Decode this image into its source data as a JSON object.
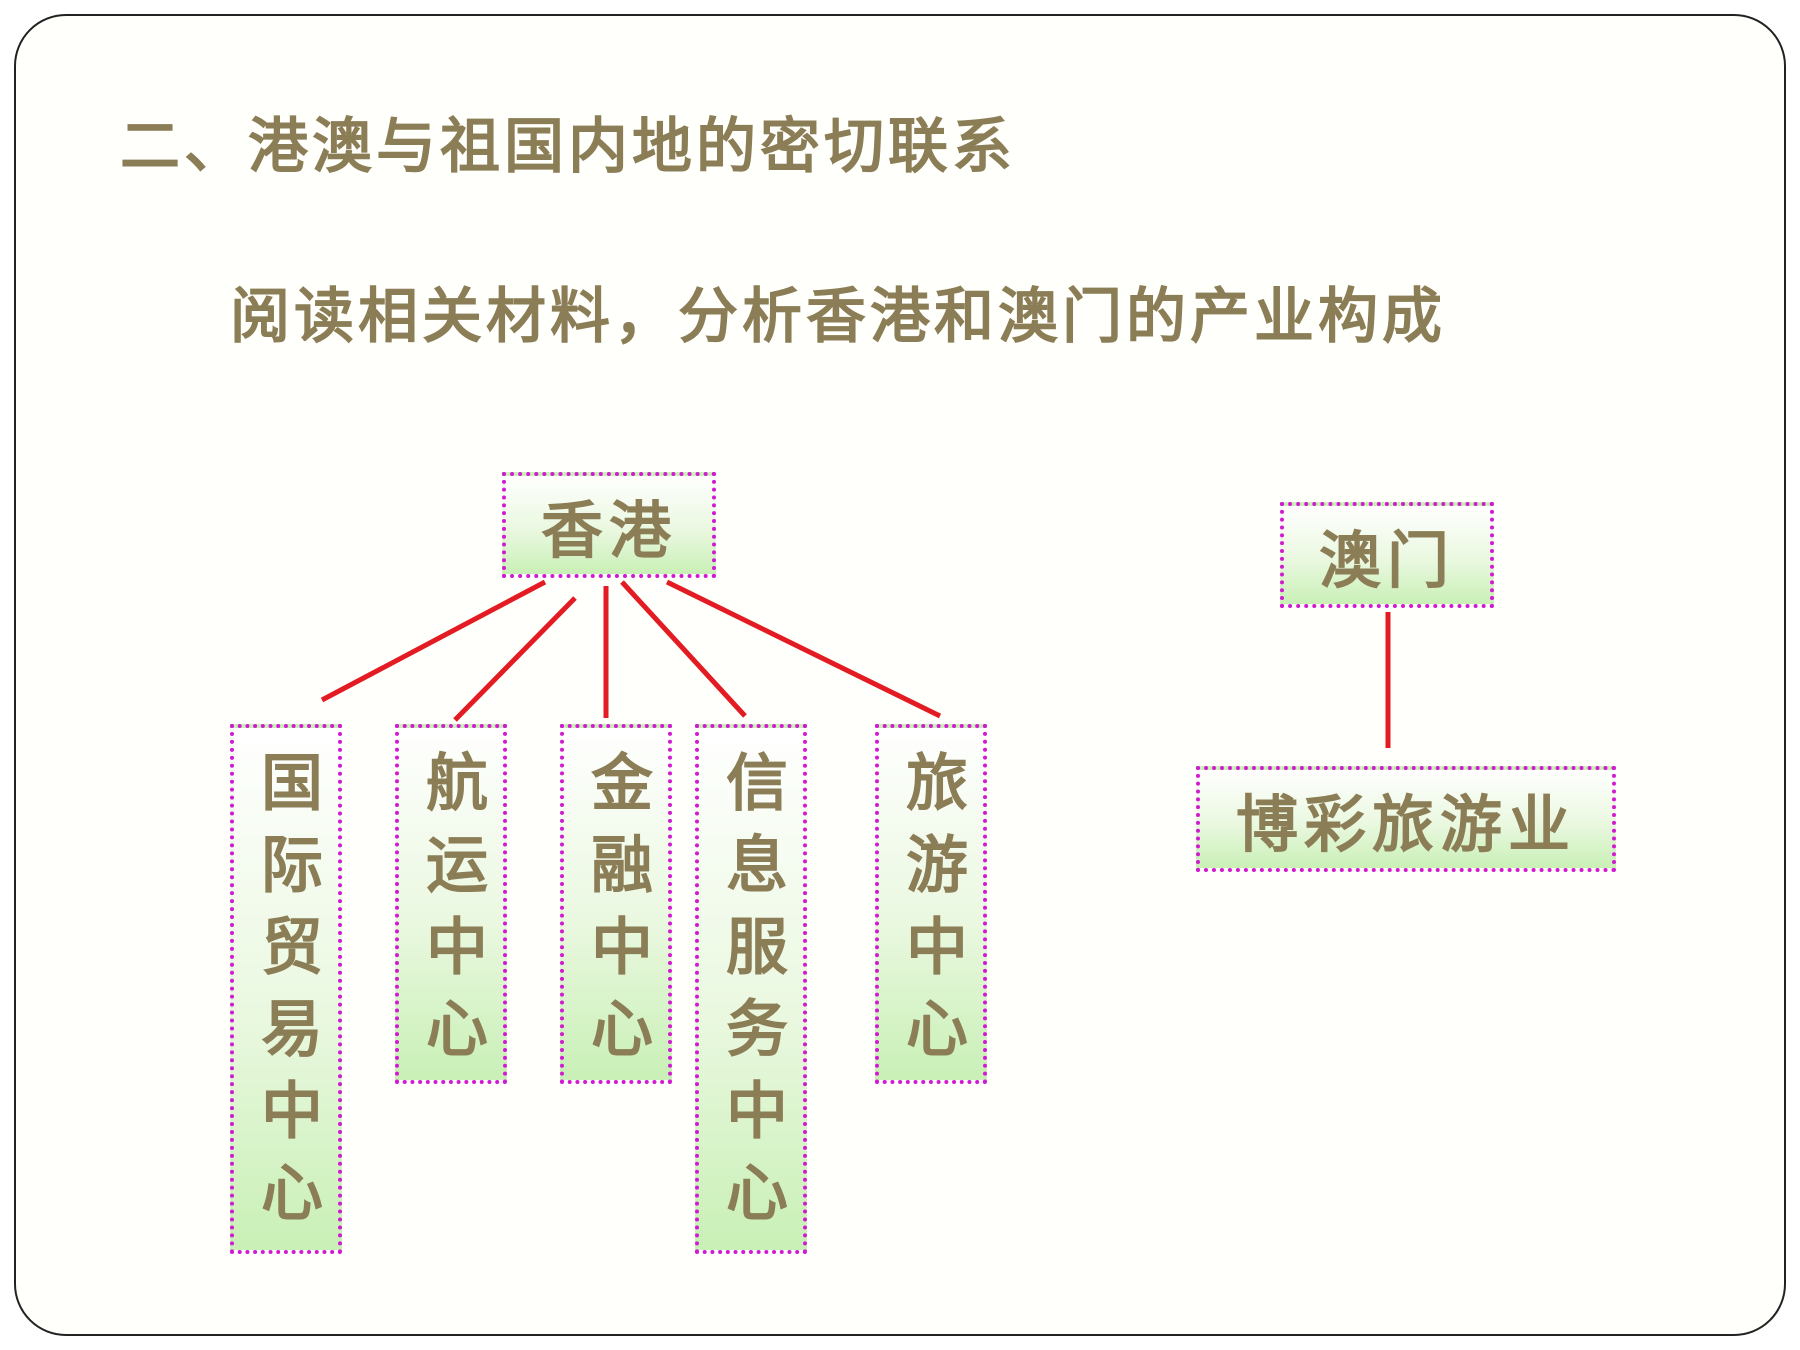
{
  "title": "二、港澳与祖国内地的密切联系",
  "subtitle": "阅读相关材料，分析香港和澳门的产业构成",
  "colors": {
    "text": "#8b7d55",
    "node_border": "#d21ad2",
    "node_fill": "#c9f0b6",
    "connector": "#e31b23",
    "frame": "#222222"
  },
  "hongkong": {
    "root": "香港",
    "children": [
      "国际贸易中心",
      "航运中心",
      "金融中心",
      "信息服务中心",
      "旅游中心"
    ]
  },
  "macau": {
    "root": "澳门",
    "children": [
      "博彩旅游业"
    ]
  }
}
